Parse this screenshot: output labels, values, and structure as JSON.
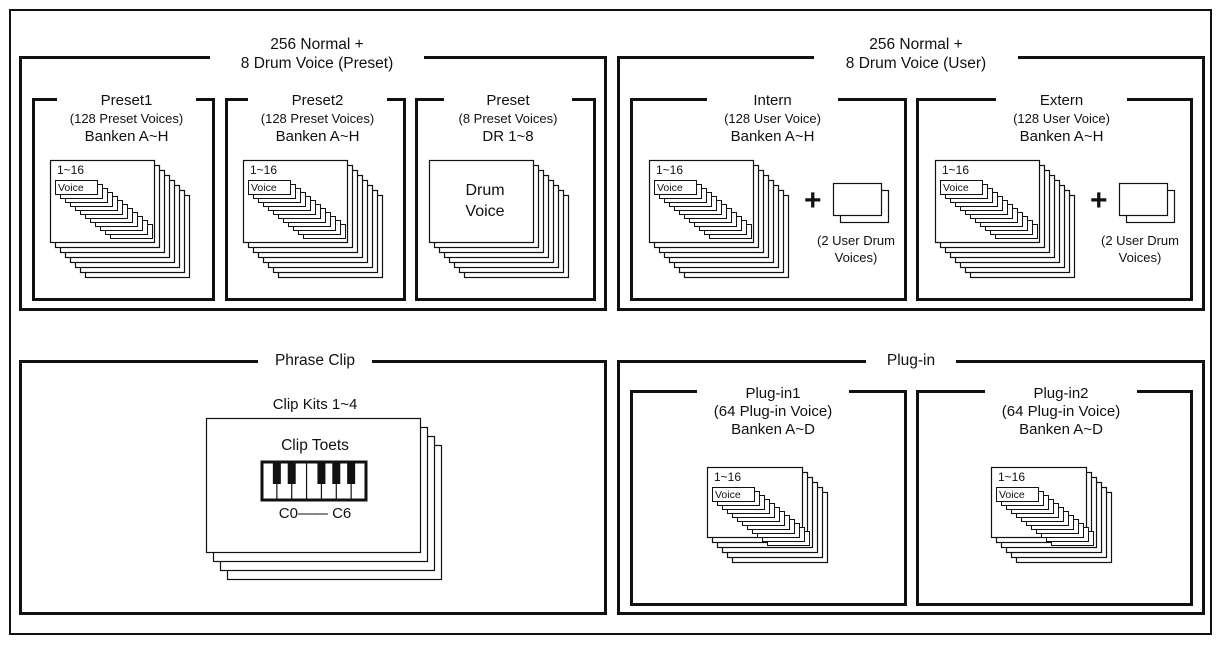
{
  "groups": {
    "preset": {
      "title1": "256 Normal +",
      "title2": "8 Drum Voice (Preset)"
    },
    "user": {
      "title1": "256 Normal +",
      "title2": "8 Drum Voice (User)"
    },
    "phrase_clip": {
      "title": "Phrase Clip"
    },
    "plugin": {
      "title": "Plug-in"
    }
  },
  "banks": {
    "preset1": {
      "name": "Preset1",
      "desc": "(128 Preset Voices)",
      "range": "Banken A~H",
      "stack_top": "1~16",
      "stack_tag": "Voice"
    },
    "preset2": {
      "name": "Preset2",
      "desc": "(128 Preset Voices)",
      "range": "Banken A~H",
      "stack_top": "1~16",
      "stack_tag": "Voice"
    },
    "preset_drum": {
      "name": "Preset",
      "desc": "(8 Preset Voices)",
      "range": "DR 1~8",
      "card1": "Drum",
      "card2": "Voice"
    },
    "intern": {
      "name": "Intern",
      "desc": "(128 User Voice)",
      "range": "Banken A~H",
      "stack_top": "1~16",
      "stack_tag": "Voice",
      "plus": "+",
      "drum1": "(2 User Drum",
      "drum2": "Voices)"
    },
    "extern": {
      "name": "Extern",
      "desc": "(128 User Voice)",
      "range": "Banken A~H",
      "stack_top": "1~16",
      "stack_tag": "Voice",
      "plus": "+",
      "drum1": "(2 User Drum",
      "drum2": "Voices)"
    },
    "plugin1": {
      "name": "Plug-in1",
      "desc": "(64 Plug-in Voice)",
      "range": "Banken A~D",
      "stack_top": "1~16",
      "stack_tag": "Voice"
    },
    "plugin2": {
      "name": "Plug-in2",
      "desc": "(64 Plug-in Voice)",
      "range": "Banken A~D",
      "stack_top": "1~16",
      "stack_tag": "Voice"
    }
  },
  "clip": {
    "kits": "Clip Kits 1~4",
    "keys": "Clip Toets",
    "range": "C0—— C6"
  }
}
